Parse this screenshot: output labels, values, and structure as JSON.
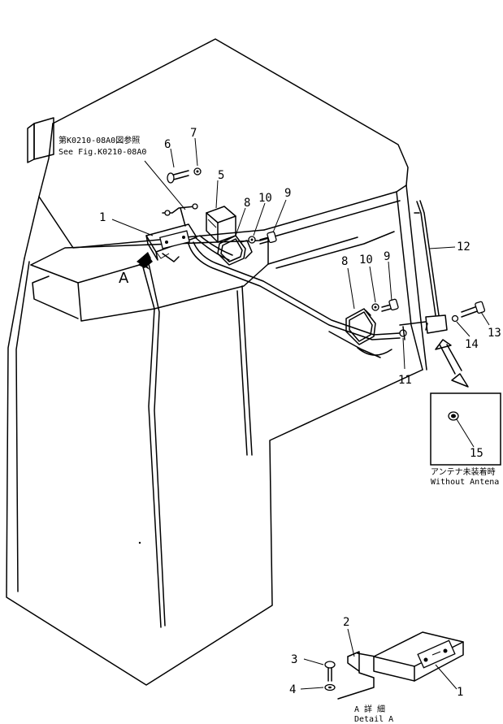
{
  "reference": {
    "jp": "第K0210-08A0図参照",
    "en": "See Fig.K0210-08A0"
  },
  "view_label": "A",
  "part_numbers": {
    "p1": "1",
    "p2": "2",
    "p3": "3",
    "p4": "4",
    "p5": "5",
    "p6": "6",
    "p7": "7",
    "p8": "8",
    "p9": "9",
    "p10": "10",
    "p11": "11",
    "p12": "12",
    "p13": "13",
    "p14": "14",
    "p15": "15"
  },
  "inset": {
    "caption_jp": "アンテナ未装着時",
    "caption_en": "Without  Antena"
  },
  "detail": {
    "caption_jp": "A 詳 細",
    "caption_en": "Detail A"
  }
}
